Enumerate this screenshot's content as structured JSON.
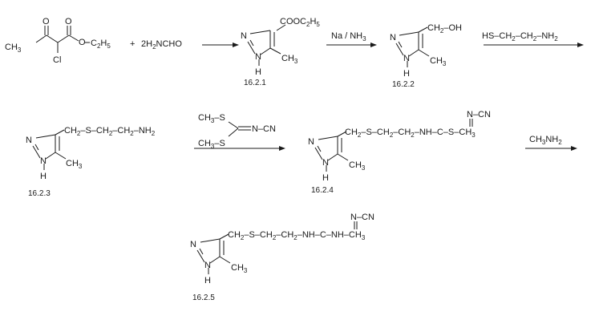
{
  "reagents": {
    "ketoester": {
      "oxo": "O",
      "carbonyl_o": "O",
      "ester_o": "O",
      "ethyl": "C",
      "ethyl_sub": "2",
      "ethyl_h": "H",
      "ethyl_h_sub": "5",
      "methyl": "CH",
      "methyl_sub": "3",
      "chloro": "Cl"
    },
    "plus": "+",
    "formamide": {
      "coef": "2",
      "h": "H",
      "h_sub": "2",
      "rest": "NCHO"
    }
  },
  "compounds": {
    "c1": {
      "id": "16.2.1",
      "substituent": "COOC",
      "sub1": "2",
      "tail": "H",
      "sub2": "5",
      "methyl": "CH",
      "methyl_sub": "3",
      "n_top": "N",
      "n_bottom": "N",
      "nh_h": "H"
    },
    "c2": {
      "id": "16.2.2",
      "substituent": "CH",
      "sub1": "2",
      "tail": "–OH",
      "methyl": "CH",
      "methyl_sub": "3",
      "n_top": "N",
      "n_bottom": "N",
      "nh_h": "H"
    },
    "c3": {
      "id": "16.2.3",
      "chain_a": "CH",
      "chain_a_sub": "2",
      "chain_b": "–S–CH",
      "chain_b_sub": "2",
      "chain_c": "–CH",
      "chain_c_sub": "2",
      "chain_d": "–NH",
      "chain_d_sub": "2",
      "methyl": "CH",
      "methyl_sub": "3",
      "n_top": "N",
      "n_bottom": "N",
      "nh_h": "H"
    },
    "c4": {
      "id": "16.2.4",
      "chain_a": "CH",
      "chain_a_sub": "2",
      "chain_b": "–S–CH",
      "chain_b_sub": "2",
      "chain_c": "–CH",
      "chain_c_sub": "2",
      "chain_d": "–NH–C–S–CH",
      "chain_d_sub": "3",
      "cyano": "N–CN",
      "methyl": "CH",
      "methyl_sub": "3",
      "n_top": "N",
      "n_bottom": "N",
      "nh_h": "H"
    },
    "c5": {
      "id": "16.2.5",
      "chain_a": "CH",
      "chain_a_sub": "2",
      "chain_b": "–S–CH",
      "chain_b_sub": "2",
      "chain_c": "–CH",
      "chain_c_sub": "2",
      "chain_d": "–NH–C–NH–CH",
      "chain_d_sub": "3",
      "cyano": "N–CN",
      "methyl": "CH",
      "methyl_sub": "3",
      "n_top": "N",
      "n_bottom": "N",
      "nh_h": "H"
    }
  },
  "arrows": {
    "a1": {
      "label": ""
    },
    "a2": {
      "label": "Na / NH",
      "label_sub": "3"
    },
    "a3": {
      "label_a": "HS–CH",
      "sub_a": "2",
      "label_b": "–CH",
      "sub_b": "2",
      "label_c": "–NH",
      "sub_c": "2"
    },
    "a4": {
      "top_a": "CH",
      "top_a_sub": "3",
      "top_b": "–S",
      "bottom_a": "CH",
      "bottom_a_sub": "3",
      "bottom_b": "–S",
      "cyanamide": "N–CN"
    },
    "a5": {
      "label": "CH",
      "label_sub": "3",
      "label_tail": "NH",
      "label_tail_sub": "2"
    }
  }
}
